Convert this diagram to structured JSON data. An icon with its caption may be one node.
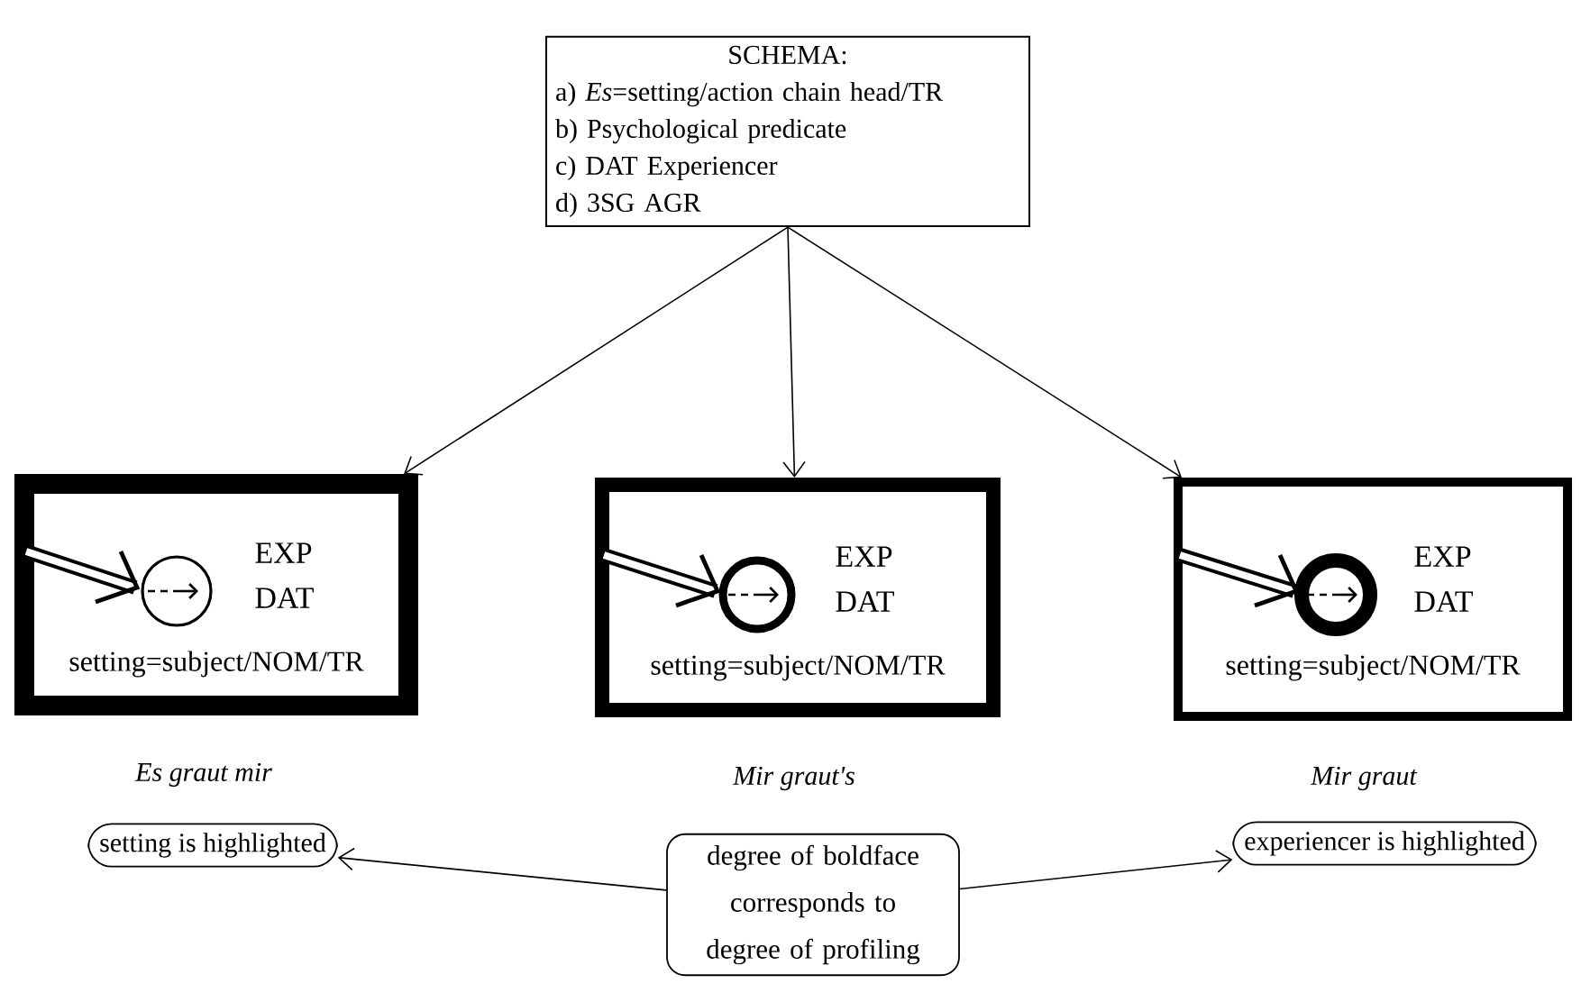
{
  "diagram": {
    "nodes": [
      {
        "text": [
          "SCHEMA:",
          "a) *Es*=setting/action chain head/TR",
          "b) Psychological predicate",
          "c) DAT Experiencer",
          "d) 3SG AGR"
        ]
      },
      {
        "text": [
          "EXP DAT",
          "setting=subject/NOM/TR"
        ],
        "beside": [
          "Es graut mir"
        ]
      },
      {
        "text": [
          "EXP DAT",
          "setting=subject/NOM/TR"
        ],
        "beside": [
          "Mir graut's"
        ]
      },
      {
        "text": [
          "EXP DAT",
          "setting=subject/NOM/TR"
        ],
        "beside": [
          "Mir graut"
        ]
      },
      {
        "text": [
          "setting is highlighted"
        ]
      },
      {
        "text": [
          "degree of boldface corresponds to degree of profiling"
        ]
      },
      {
        "text": [
          "experiencer is highlighted"
        ]
      }
    ],
    "edges": [
      {
        "from": 0,
        "to": 1,
        "arrow": "to"
      },
      {
        "from": 0,
        "to": 2,
        "arrow": "to"
      },
      {
        "from": 0,
        "to": 3,
        "arrow": "to"
      },
      {
        "from": 5,
        "to": 4,
        "arrow": "to"
      },
      {
        "from": 5,
        "to": 6,
        "arrow": "to"
      }
    ]
  }
}
